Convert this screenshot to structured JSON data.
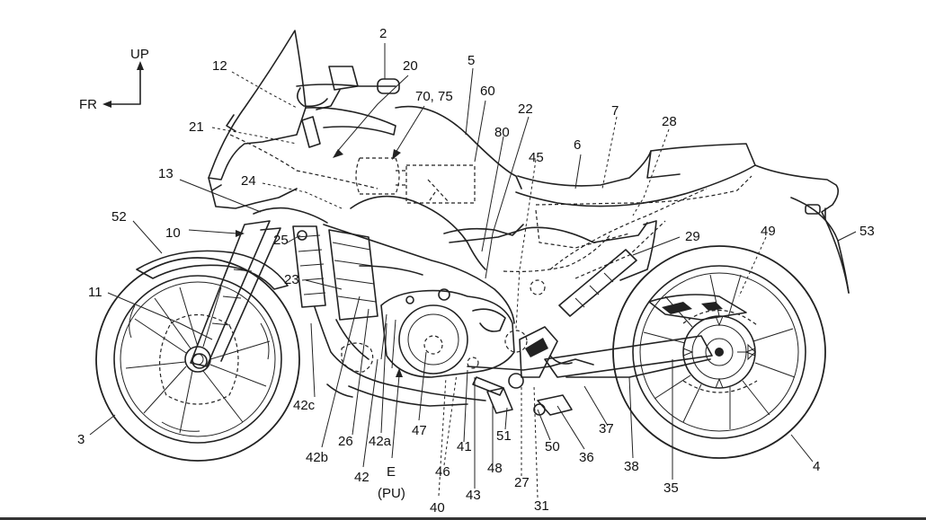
{
  "orientation": {
    "up": "UP",
    "front": "FR"
  },
  "labels": {
    "n2": "2",
    "n3": "3",
    "n4": "4",
    "n5": "5",
    "n6": "6",
    "n7": "7",
    "n10": "10",
    "n11": "11",
    "n12": "12",
    "n13": "13",
    "n20": "20",
    "n21": "21",
    "n22": "22",
    "n23": "23",
    "n24": "24",
    "n25": "25",
    "n26": "26",
    "n27": "27",
    "n28": "28",
    "n29": "29",
    "n31": "31",
    "n35": "35",
    "n36": "36",
    "n37": "37",
    "n38": "38",
    "n40": "40",
    "n41": "41",
    "n42": "42",
    "n42a": "42a",
    "n42b": "42b",
    "n42c": "42c",
    "n43": "43",
    "n45": "45",
    "n46": "46",
    "n47": "47",
    "n48": "48",
    "n49": "49",
    "n50": "50",
    "n51": "51",
    "n52": "52",
    "n53": "53",
    "n60": "60",
    "n7075": "70, 75",
    "n80": "80",
    "nE": "E",
    "nPU": "(PU)"
  }
}
